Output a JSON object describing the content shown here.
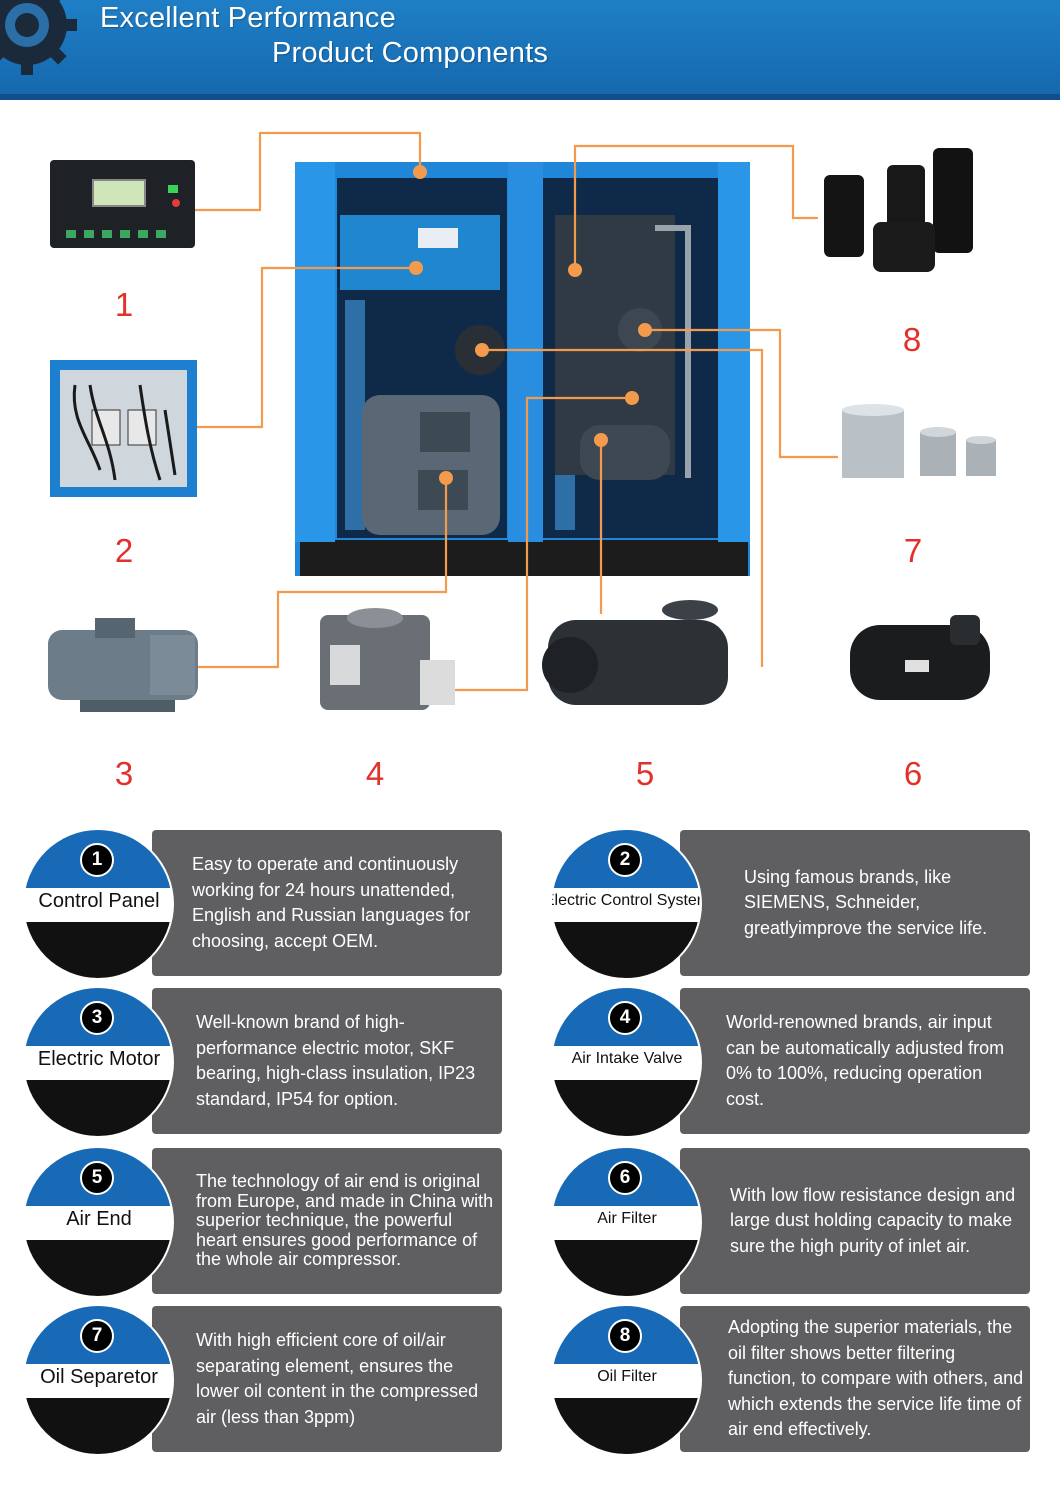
{
  "header": {
    "title_line1": "Excellent Performance",
    "title_line2": "Product Components"
  },
  "diagram": {
    "numbers": [
      "1",
      "2",
      "3",
      "4",
      "5",
      "6",
      "7",
      "8"
    ]
  },
  "components": [
    {
      "num": "1",
      "name": "Control Panel",
      "text": "Easy to operate and continuously working for 24 hours unattended, English and Russian languages for choosing, accept OEM."
    },
    {
      "num": "2",
      "name": "Electric Control System",
      "text": "Using famous brands, like SIEMENS, Schneider, greatlyimprove the service life."
    },
    {
      "num": "3",
      "name": "Electric Motor",
      "text": "Well-known brand of high-performance electric motor, SKF bearing, high-class insulation, IP23 standard, IP54 for option."
    },
    {
      "num": "4",
      "name": "Air Intake Valve",
      "text": "World-renowned brands, air input can be automatically adjusted from 0% to 100%, reducing operation cost."
    },
    {
      "num": "5",
      "name": "Air End",
      "text": "The technology of air end is original from Europe, and made in China with superior technique, the powerful heart ensures good performance of the whole air compressor."
    },
    {
      "num": "6",
      "name": "Air Filter",
      "text": "With low flow resistance design and large dust holding capacity to make sure the high purity of inlet air."
    },
    {
      "num": "7",
      "name": "Oil Separetor",
      "text": "With high efficient core of oil/air separating element, ensures the lower oil content in the compressed air (less than 3ppm)"
    },
    {
      "num": "8",
      "name": "Oil Filter",
      "text": "Adopting the superior materials, the oil filter shows better filtering function, to compare with others, and which extends the service life time of air end effectively."
    }
  ],
  "colors": {
    "header_blue": "#1f7fc6",
    "accent_blue": "#1869b6",
    "panel_grey": "#5f5e60",
    "number_red": "#e2302b",
    "leader_orange": "#f49a4c"
  }
}
